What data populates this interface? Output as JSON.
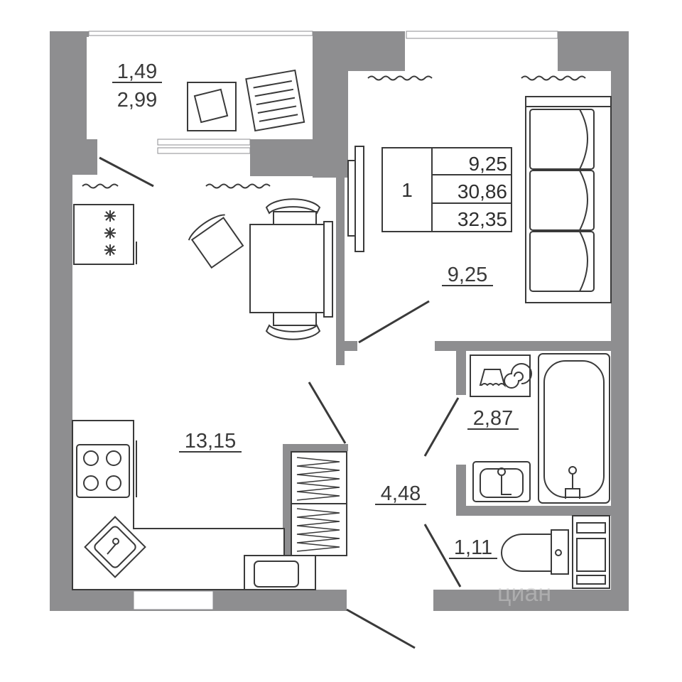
{
  "plan": {
    "rooms": [
      {
        "id": "balcony",
        "name": "balcony",
        "area": "1,49",
        "area_secondary": "2,99"
      },
      {
        "id": "bedroom",
        "name": "bedroom",
        "area": "9,25"
      },
      {
        "id": "kitchen",
        "name": "kitchen-living",
        "area": "13,15"
      },
      {
        "id": "hall",
        "name": "hallway",
        "area": "4,48"
      },
      {
        "id": "bathroom",
        "name": "bathroom",
        "area": "2,87"
      },
      {
        "id": "wc",
        "name": "toilet",
        "area": "1,11"
      }
    ],
    "summary": {
      "rooms_count": "1",
      "living_area": "9,25",
      "total_area_no_balcony": "30,86",
      "total_area": "32,35"
    },
    "watermark": "циан",
    "colors": {
      "wall": "#8e8e90",
      "line": "#3a3a3a",
      "background": "#ffffff"
    }
  }
}
